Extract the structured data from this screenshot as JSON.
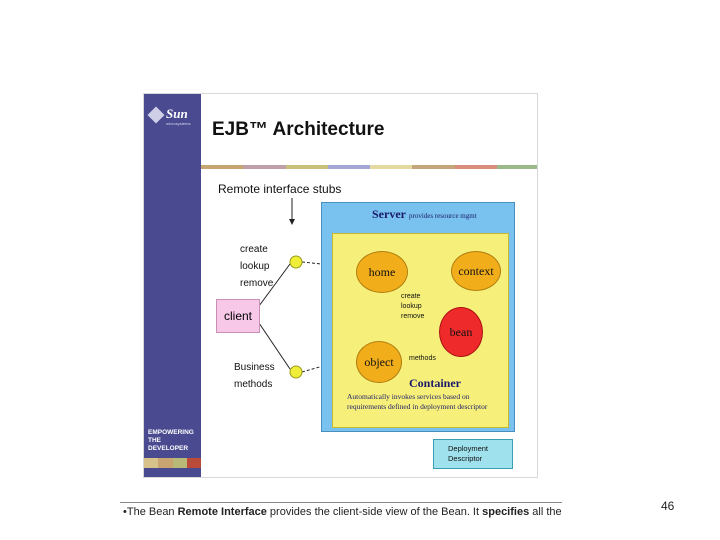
{
  "slide": {
    "title": "EJB™ Architecture",
    "logo_text": "Sun",
    "logo_subtext": "microsystems",
    "tagline_line1": "EMPOWERING",
    "tagline_line2": "THE DEVELOPER",
    "sidebar_color": "#4a4a90",
    "swatch_colors": [
      "#d7c28a",
      "#c8a570",
      "#b9b977",
      "#ba4a3a"
    ],
    "stripe_colors": [
      "#c8a470",
      "#c0a0a8",
      "#c9c17a",
      "#a6a6d6",
      "#e3d9a1",
      "#c5a67c",
      "#d88c7a",
      "#9cb98b"
    ]
  },
  "diagram": {
    "remote_stub_label": "Remote interface stubs",
    "client_calls": [
      "create",
      "lookup",
      "remove"
    ],
    "business_label_1": "Business",
    "business_label_2": "methods",
    "client_label": "client",
    "server_title": "Server",
    "server_subtitle": "provides resource mgmt",
    "node_home": "home",
    "node_context": "context",
    "node_bean": "bean",
    "node_object": "object",
    "home_bean_calls": [
      "create",
      "lookup",
      "remove"
    ],
    "object_bean_label": "methods",
    "container_label": "Container",
    "container_desc": "Automatically invokes services based on requirements defined in deployment descriptor",
    "deployment_line1": "Deployment",
    "deployment_line2": "Descriptor"
  },
  "footer": {
    "text_parts": [
      "•The Bean ",
      "Remote Interface",
      " provides the client-side view of the Bean. It ",
      "specifies",
      " all the"
    ],
    "page_number": "46"
  }
}
